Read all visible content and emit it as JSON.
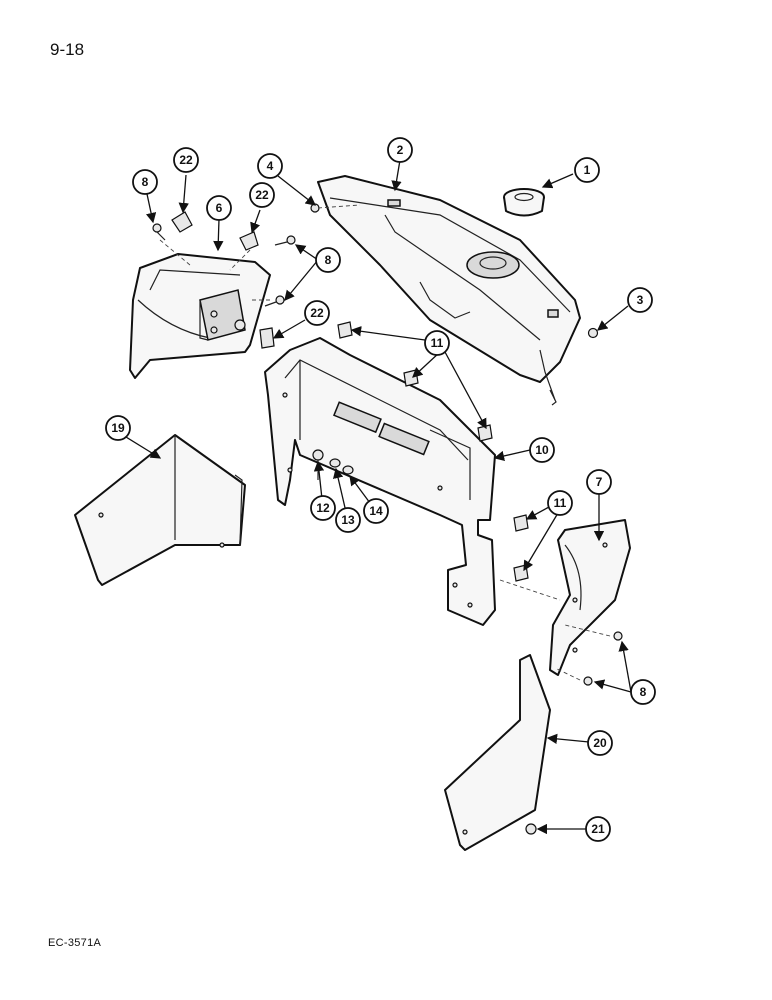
{
  "page_number": "9-18",
  "reference_code": "EC-3571A",
  "callouts": {
    "c1": "1",
    "c2": "2",
    "c3": "3",
    "c4": "4",
    "c6": "6",
    "c7": "7",
    "c8a": "8",
    "c8b": "8",
    "c8c": "8",
    "c10": "10",
    "c11a": "11",
    "c11b": "11",
    "c12": "12",
    "c13": "13",
    "c14": "14",
    "c19": "19",
    "c20": "20",
    "c21": "21",
    "c22a": "22",
    "c22b": "22",
    "c22c": "22"
  }
}
